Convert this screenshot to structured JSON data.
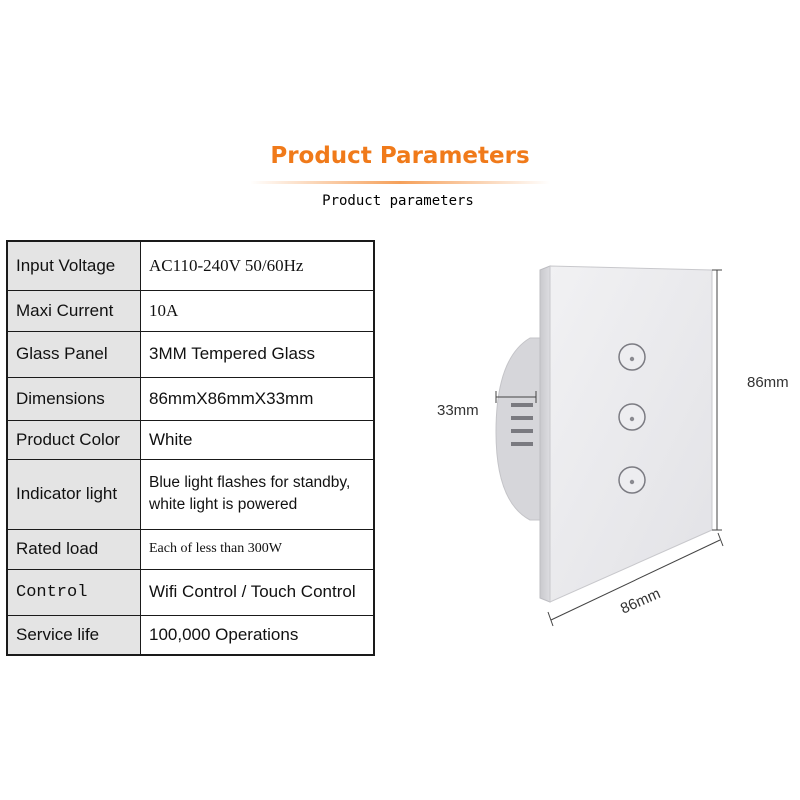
{
  "header": {
    "title": "Product Parameters",
    "subtitle": "Product parameters"
  },
  "colors": {
    "title": "#f07a1a",
    "accent_line": "#f5a05a",
    "label_bg": "#e4e4e4"
  },
  "specs": [
    {
      "label": "Input Voltage",
      "value": "AC110-240V 50/60Hz"
    },
    {
      "label": "Maxi Current",
      "value": "10A"
    },
    {
      "label": "Glass Panel",
      "value": "3MM Tempered Glass"
    },
    {
      "label": "Dimensions",
      "value": "86mmX86mmX33mm"
    },
    {
      "label": "Product Color",
      "value": "White"
    },
    {
      "label": "Indicator light",
      "value": "Blue light flashes for standby, white light is powered"
    },
    {
      "label": "Rated load",
      "value": "Each of less than 300W"
    },
    {
      "label": "Control",
      "value": "Wifi Control / Touch Control"
    },
    {
      "label": "Service life",
      "value": "100,000 Operations"
    }
  ],
  "diagram": {
    "depth_label": "33mm",
    "height_label": "86mm",
    "width_label": "86mm",
    "touch_buttons": 3
  }
}
